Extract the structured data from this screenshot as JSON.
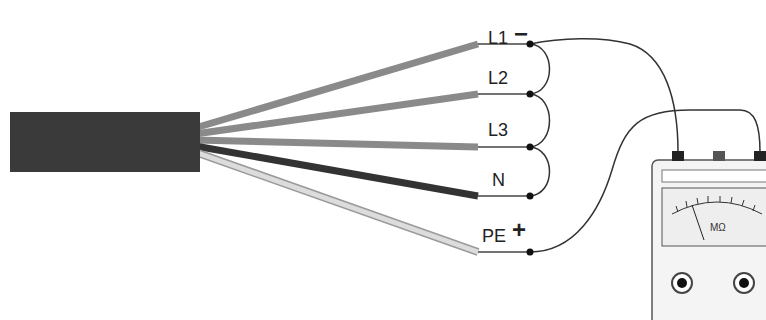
{
  "diagram": {
    "labels": [
      "L1",
      "−",
      "L2",
      "L3",
      "N",
      "PE",
      "+",
      "MΩ"
    ]
  }
}
